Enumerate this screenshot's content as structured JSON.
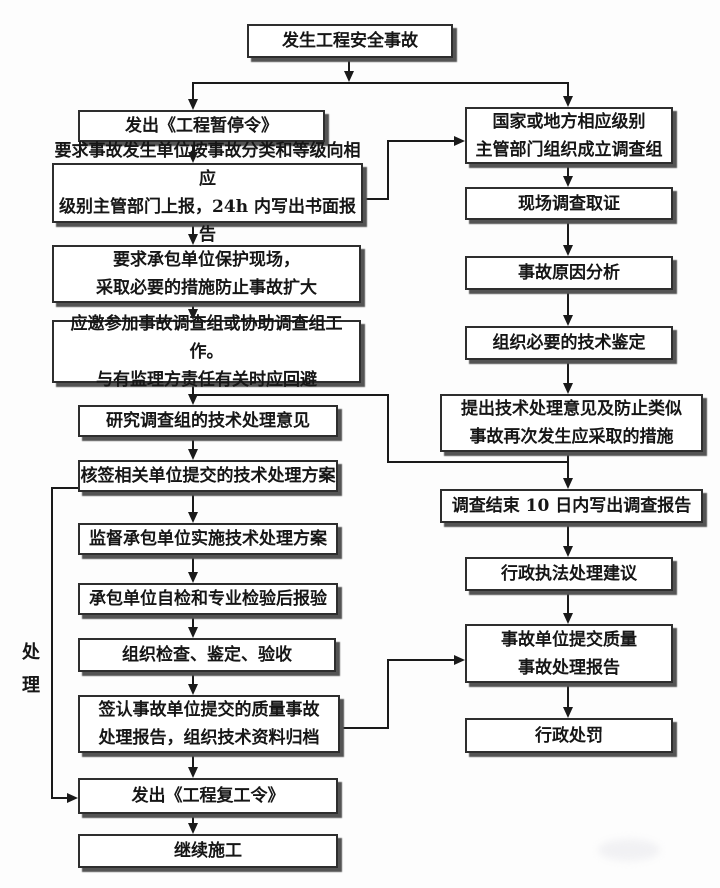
{
  "side_label": "处理",
  "nodes": {
    "start": "发生工程安全事故",
    "issue_suspension": "发出《工程暂停令》",
    "report_24h": "要求事故发生单位按事故分类和等级向相应\n级别主管部门上报，24h 内写出书面报告",
    "protect_site": "要求承包单位保护现场，\n采取必要的措施防止事故扩大",
    "join_investigation": "应邀参加事故调查组或协助调查组工作。\n与有监理方责任有关时应回避",
    "study_opinion": "研究调查组的技术处理意见",
    "countersign_plan": "核签相关单位提交的技术处理方案",
    "supervise_plan": "监督承包单位实施技术处理方案",
    "self_inspection": "承包单位自检和专业检验后报验",
    "organize_acceptance": "组织检查、鉴定、验收",
    "sign_archive": "签认事故单位提交的质量事故\n处理报告，组织技术资料归档",
    "issue_resume": "发出《工程复工令》",
    "continue_construction": "继续施工",
    "org_team": "国家或地方相应级别\n主管部门组织成立调查组",
    "site_evidence": "现场调查取证",
    "cause_analysis": "事故原因分析",
    "tech_appraisal": "组织必要的技术鉴定",
    "propose_measures": "提出技术处理意见及防止类似\n事故再次发生应采取的措施",
    "report_10d": "调查结束 10 日内写出调查报告",
    "law_suggestion": "行政执法处理建议",
    "submit_report": "事故单位提交质量\n事故处理报告",
    "admin_penalty": "行政处罚"
  },
  "edges": [
    {
      "from": "start",
      "to": "issue_suspension"
    },
    {
      "from": "start",
      "to": "org_team"
    },
    {
      "from": "issue_suspension",
      "to": "report_24h"
    },
    {
      "from": "report_24h",
      "to": "protect_site"
    },
    {
      "from": "report_24h",
      "to": "org_team"
    },
    {
      "from": "protect_site",
      "to": "join_investigation"
    },
    {
      "from": "join_investigation",
      "to": "study_opinion"
    },
    {
      "from": "propose_measures",
      "to": "study_opinion"
    },
    {
      "from": "study_opinion",
      "to": "countersign_plan"
    },
    {
      "from": "countersign_plan",
      "to": "supervise_plan"
    },
    {
      "from": "countersign_plan",
      "to": "issue_resume"
    },
    {
      "from": "supervise_plan",
      "to": "self_inspection"
    },
    {
      "from": "self_inspection",
      "to": "organize_acceptance"
    },
    {
      "from": "organize_acceptance",
      "to": "sign_archive"
    },
    {
      "from": "sign_archive",
      "to": "issue_resume"
    },
    {
      "from": "sign_archive",
      "to": "submit_report"
    },
    {
      "from": "issue_resume",
      "to": "continue_construction"
    },
    {
      "from": "org_team",
      "to": "site_evidence"
    },
    {
      "from": "site_evidence",
      "to": "cause_analysis"
    },
    {
      "from": "cause_analysis",
      "to": "tech_appraisal"
    },
    {
      "from": "tech_appraisal",
      "to": "propose_measures"
    },
    {
      "from": "propose_measures",
      "to": "report_10d"
    },
    {
      "from": "report_10d",
      "to": "law_suggestion"
    },
    {
      "from": "law_suggestion",
      "to": "submit_report"
    },
    {
      "from": "submit_report",
      "to": "admin_penalty"
    }
  ],
  "colors": {
    "background": "#fdfdfd",
    "box_fill": "#ffffff",
    "box_border": "#2e2e2e",
    "box_shadow": "#545454",
    "line": "#1a1a1a",
    "text": "#161616"
  }
}
